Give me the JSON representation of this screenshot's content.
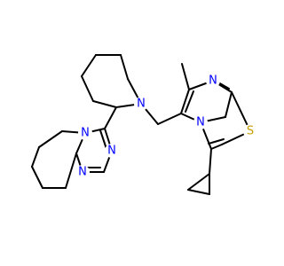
{
  "colors": {
    "background": "#ffffff",
    "bond": "#000000",
    "nitrogen": "#0000ff",
    "sulfur": "#c8a000"
  },
  "atom_labels": {
    "n_piperidine": "N",
    "n_imidazole_ring": "N",
    "n_imidazole_bridge": "N",
    "s_thiazole": "S",
    "n_triazole_bridge": "N",
    "n_triazole_upper": "N",
    "n_triazole_lower": "N"
  }
}
